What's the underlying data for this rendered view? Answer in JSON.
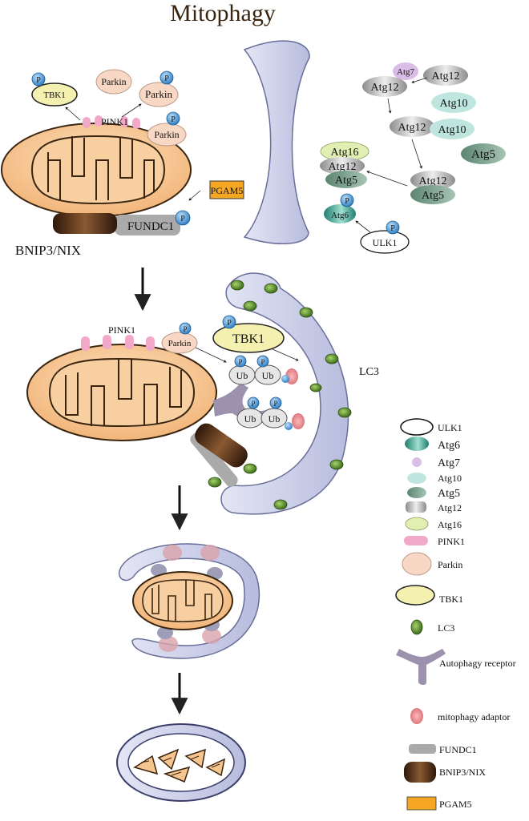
{
  "title": "Mitophagy",
  "phospho_label": "P",
  "ub_label": "Ub",
  "stage1": {
    "tbk1": "TBK1",
    "parkin_free": "Parkin",
    "parkin_bound": "Parkin",
    "parkin_mito": "Parkin",
    "pink1": "PINK1",
    "pgam5": "PGAM5",
    "fundc1": "FUNDC1",
    "bnip3": "BNIP3/NIX",
    "atg7": "Atg7",
    "atg12_a": "Atg12",
    "atg12_b": "Atg12",
    "atg10_a": "Atg10",
    "atg12_c": "Atg12",
    "atg10_b": "Atg10",
    "atg5_free": "Atg5",
    "atg16": "Atg16",
    "atg12_complex": "Atg12",
    "atg5_complex": "Atg5",
    "atg12_d": "Atg12",
    "atg5_d": "Atg5",
    "atg6": "Atg6",
    "ulk1": "ULK1"
  },
  "stage2": {
    "pink1": "PINK1",
    "parkin": "Parkin",
    "tbk1": "TBK1",
    "lc3": "LC3"
  },
  "legend": [
    {
      "id": "ulk1",
      "label": "ULK1"
    },
    {
      "id": "atg6",
      "label": "Atg6"
    },
    {
      "id": "atg7",
      "label": "Atg7"
    },
    {
      "id": "atg10",
      "label": "Atg10"
    },
    {
      "id": "atg5",
      "label": "Atg5"
    },
    {
      "id": "atg12",
      "label": "Atg12"
    },
    {
      "id": "atg16",
      "label": "Atg16"
    },
    {
      "id": "pink1",
      "label": "PINK1"
    },
    {
      "id": "parkin",
      "label": "Parkin"
    },
    {
      "id": "tbk1",
      "label": "TBK1"
    },
    {
      "id": "lc3",
      "label": "LC3"
    },
    {
      "id": "receptor",
      "label": "Autophagy receptor"
    },
    {
      "id": "adaptor",
      "label": "mitophagy adaptor"
    },
    {
      "id": "fundc1",
      "label": "FUNDC1"
    },
    {
      "id": "bnip3",
      "label": "BNIP3/NIX"
    },
    {
      "id": "pgam5",
      "label": "PGAM5"
    }
  ],
  "colors": {
    "membrane": "#c9cde8",
    "mito": "#f6c48f",
    "parkin": "#f8d8c4",
    "tbk1": "#f4f0b0",
    "pink1": "#f2a8c8",
    "pgam5": "#f5a623",
    "fundc1": "#aaaaaa",
    "bnip3": "#4a2a12",
    "lc3": "#5b8a2a",
    "phospho": "#3a8fd0",
    "atg10": "#bfe6de",
    "atg5": "#7fa592",
    "atg6": "#3aa38e",
    "atg7": "#d9bde6",
    "atg16": "#e2efb2",
    "atg12": "#c8c8c8"
  }
}
